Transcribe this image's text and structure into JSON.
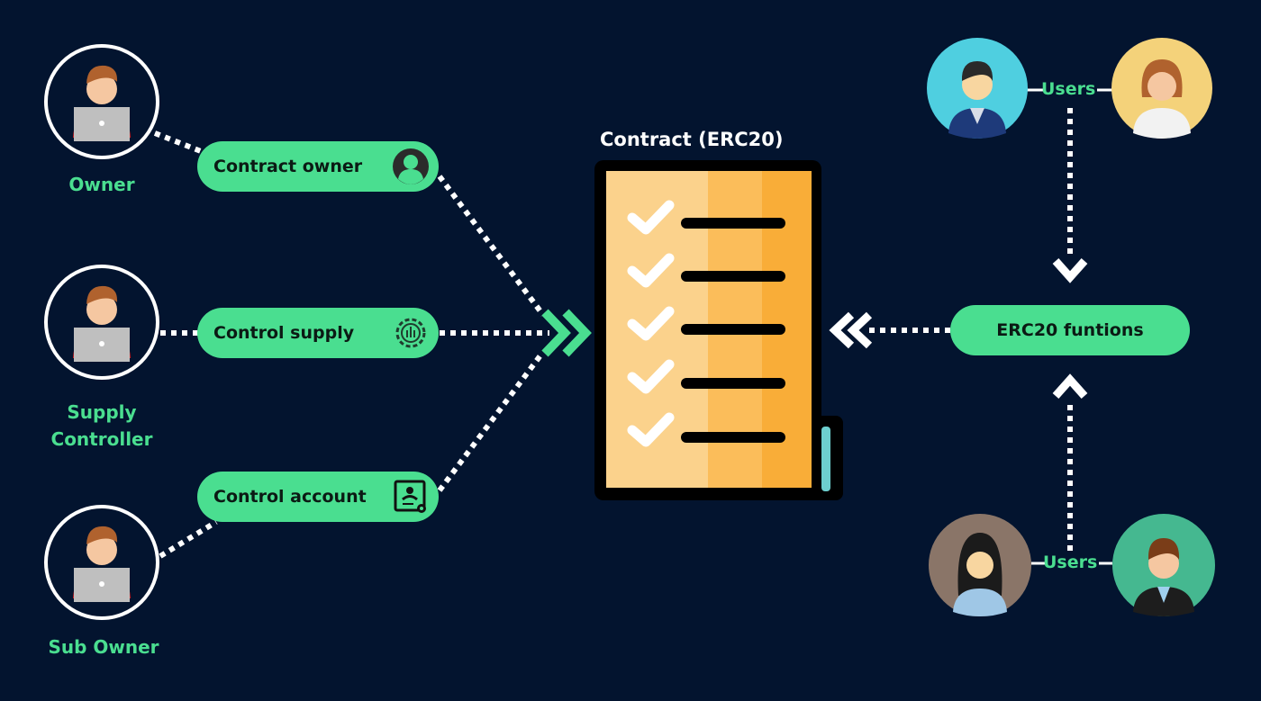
{
  "diagram": {
    "title": "Contract  (ERC20)",
    "roles": [
      {
        "label": "Owner",
        "action": "Contract owner",
        "action_icon": "user-silhouette-icon"
      },
      {
        "label_line1": "Supply",
        "label_line2": "Controller",
        "action": "Control supply",
        "action_icon": "gear-circuit-icon"
      },
      {
        "label": "Sub Owner",
        "action": "Control account",
        "action_icon": "account-settings-icon"
      }
    ],
    "functions_label": "ERC20  funtions",
    "users_label_top": "Users",
    "users_label_bottom": "Users"
  },
  "colors": {
    "background": "#03142f",
    "accent_green": "#4ade90",
    "document_light": "#fbd28c",
    "document_mid": "#fbbd5a",
    "document_dark": "#f9ad38",
    "bookmark": "#6dcfcf"
  }
}
